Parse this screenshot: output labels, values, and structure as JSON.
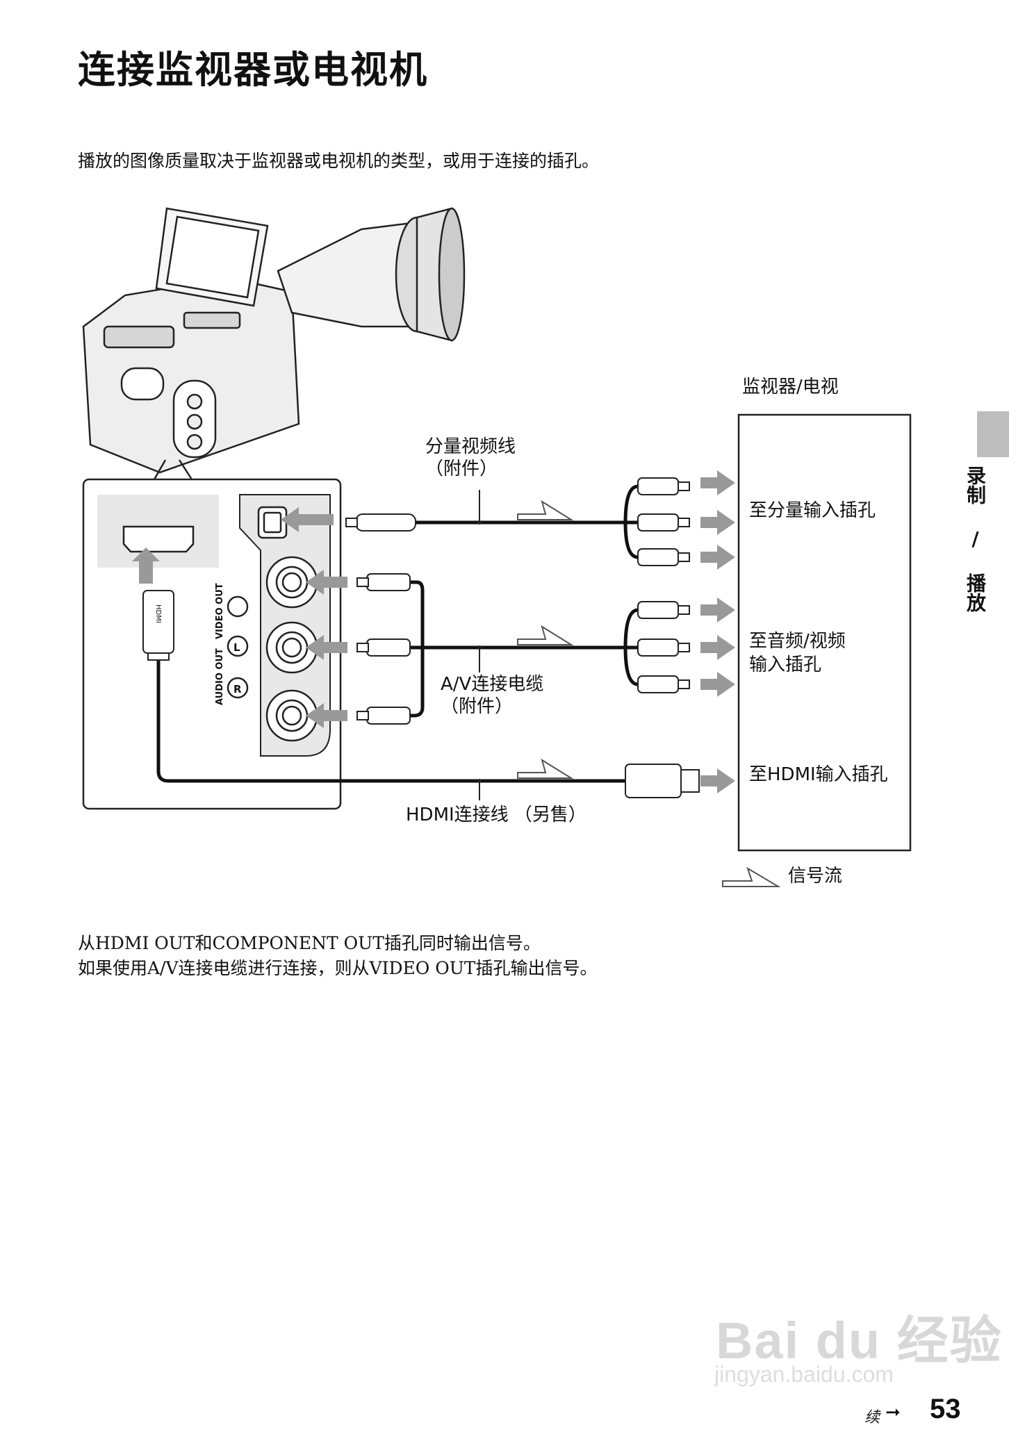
{
  "title": "连接监视器或电视机",
  "intro": "播放的图像质量取决于监视器或电视机的类型，或用于连接的插孔。",
  "side_tab": {
    "section": "录制 / 播放"
  },
  "diagram": {
    "monitor_label": "监视器/电视",
    "component_cable": [
      "分量视频线",
      "（附件）"
    ],
    "av_cable": [
      "A/V连接电缆",
      "（附件）"
    ],
    "hdmi_cable": "HDMI连接线 （另售）",
    "to_component": "至分量输入插孔",
    "to_av": [
      "至音频/视频",
      "输入插孔"
    ],
    "to_hdmi": "至HDMI输入插孔",
    "signal_flow": "信号流",
    "jack_labels": {
      "video_out": "VIDEO OUT",
      "audio_out": "AUDIO OUT",
      "l": "L",
      "r": "R",
      "hdmi_plug": "HDMI"
    }
  },
  "notes": [
    "从HDMI OUT和COMPONENT OUT插孔同时输出信号。",
    "如果使用A/V连接电缆进行连接，则从VIDEO OUT插孔输出信号。"
  ],
  "footer": {
    "continued": "续",
    "page_number": "53"
  },
  "watermark": {
    "logo": "Bai du 经验",
    "url": "jingyan.baidu.com"
  }
}
